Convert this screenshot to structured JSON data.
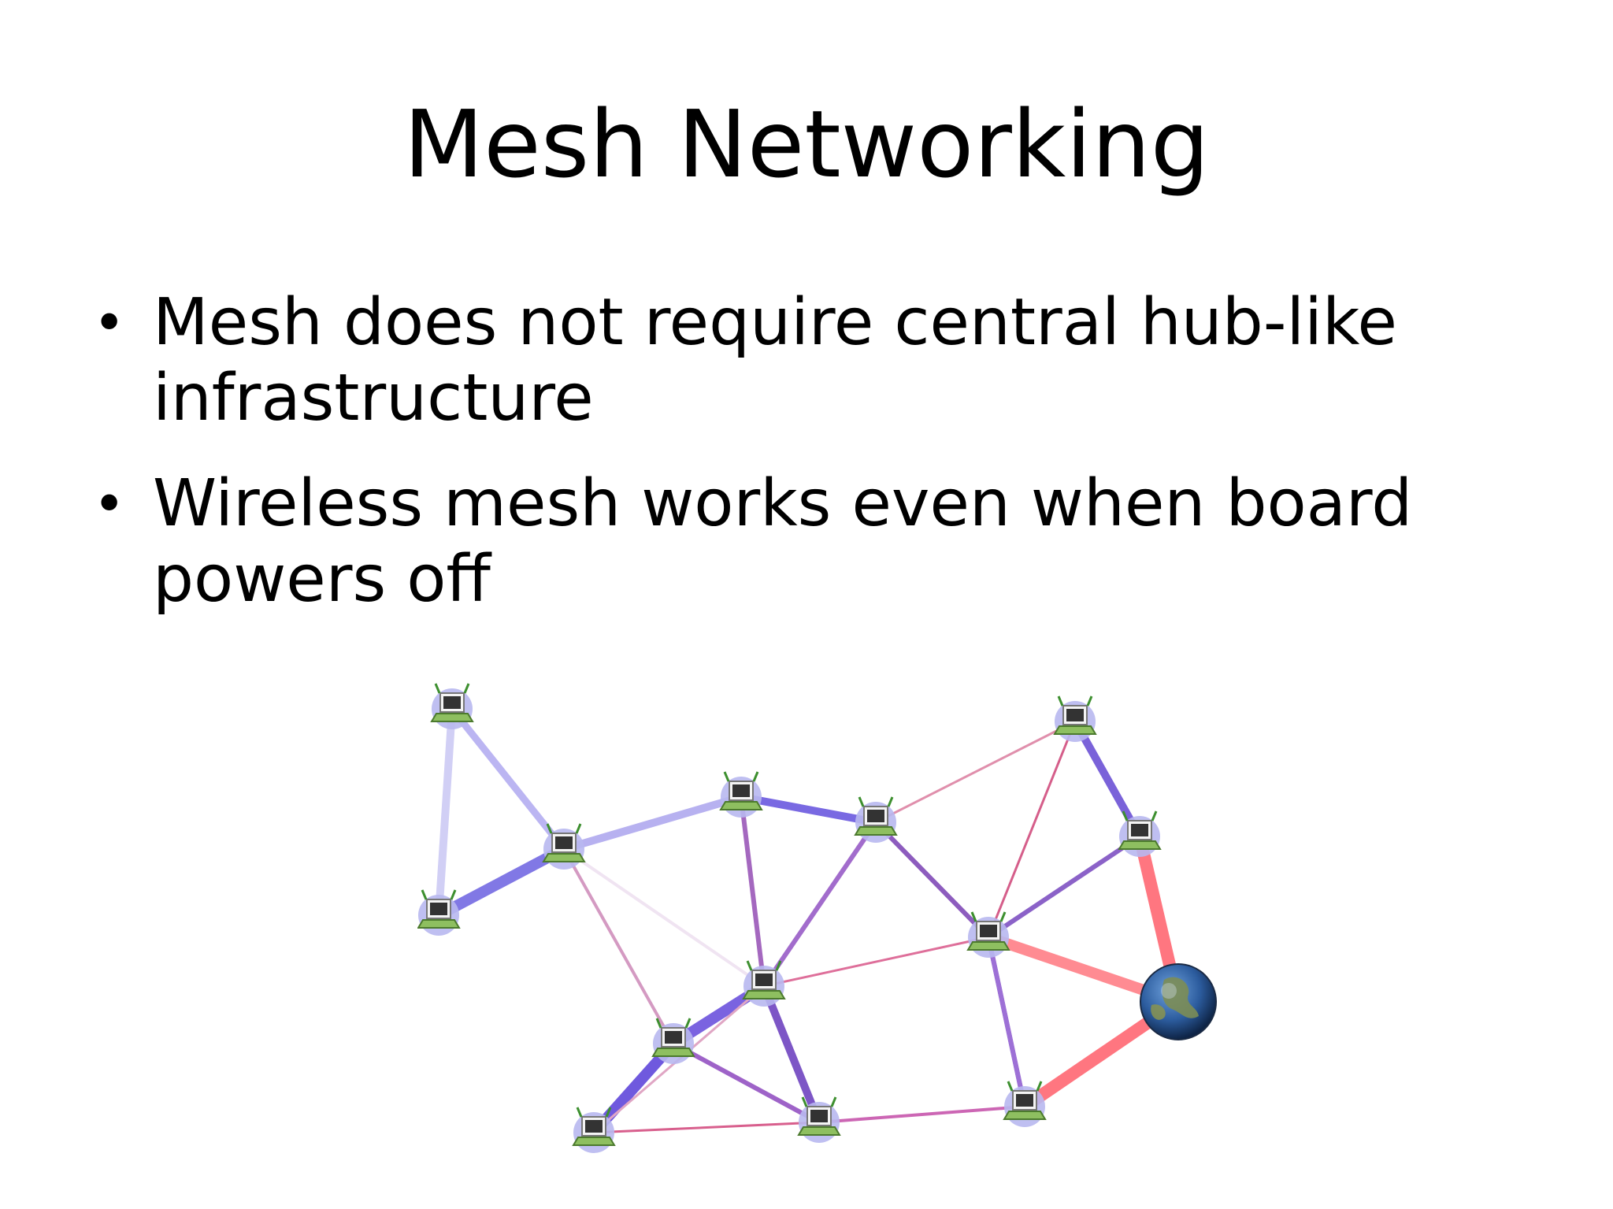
{
  "slide": {
    "title": "Mesh Networking",
    "bullets": [
      "Mesh does not require central hub-like infrastructure",
      "Wireless mesh works even when board powers off"
    ],
    "bullet_glyph": "•"
  },
  "diagram": {
    "node_icon": "laptop-icon",
    "gateway_icon": "globe-icon",
    "colors": {
      "blue_link": "#6b5be0",
      "red_link": "#ff6f78",
      "thin_link": "#cc3b7a"
    }
  }
}
